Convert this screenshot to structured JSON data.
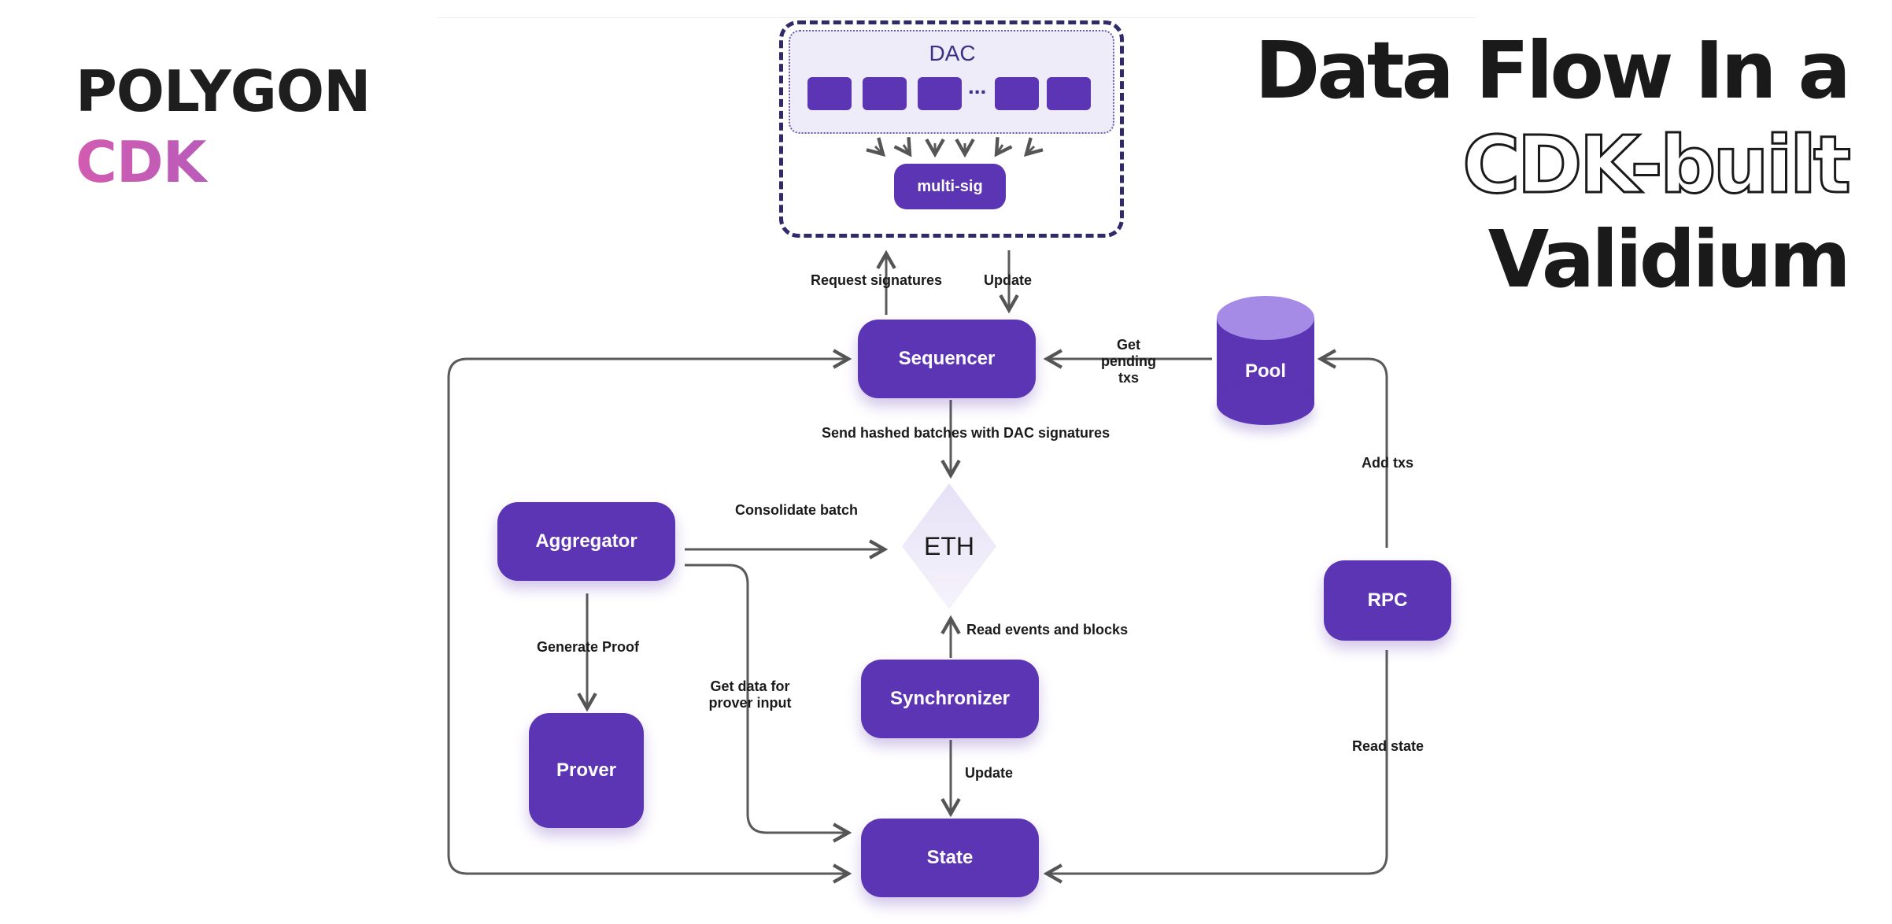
{
  "brand": {
    "line1": "POLYGON",
    "line2": "CDK"
  },
  "title": {
    "line1": "Data Flow In a",
    "line2": "CDK-built",
    "line3": "Validium"
  },
  "dac": {
    "label": "DAC",
    "ellipsis": "...",
    "multisig": "multi-sig"
  },
  "nodes": {
    "sequencer": "Sequencer",
    "pool": "Pool",
    "eth": "ETH",
    "aggregator": "Aggregator",
    "prover": "Prover",
    "synchronizer": "Synchronizer",
    "rpc": "RPC",
    "state": "State"
  },
  "edges": {
    "request_signatures": "Request signatures",
    "update_top": "Update",
    "get_pending_txs": [
      "Get",
      "pending",
      "txs"
    ],
    "send_hashed_batches": "Send hashed batches with DAC signatures",
    "add_txs": "Add txs",
    "consolidate_batch": "Consolidate batch",
    "generate_proof": "Generate Proof",
    "get_data_for_prover": [
      "Get data for",
      "prover input"
    ],
    "read_events": "Read events and blocks",
    "update_bottom": "Update",
    "read_state": "Read state"
  },
  "colors": {
    "node": "#5c35b5",
    "pool_top": "#a58be6",
    "dac_border": "#2f2a6a",
    "cdk_gradient": [
      "#d25cb0",
      "#9b5ac8"
    ]
  }
}
